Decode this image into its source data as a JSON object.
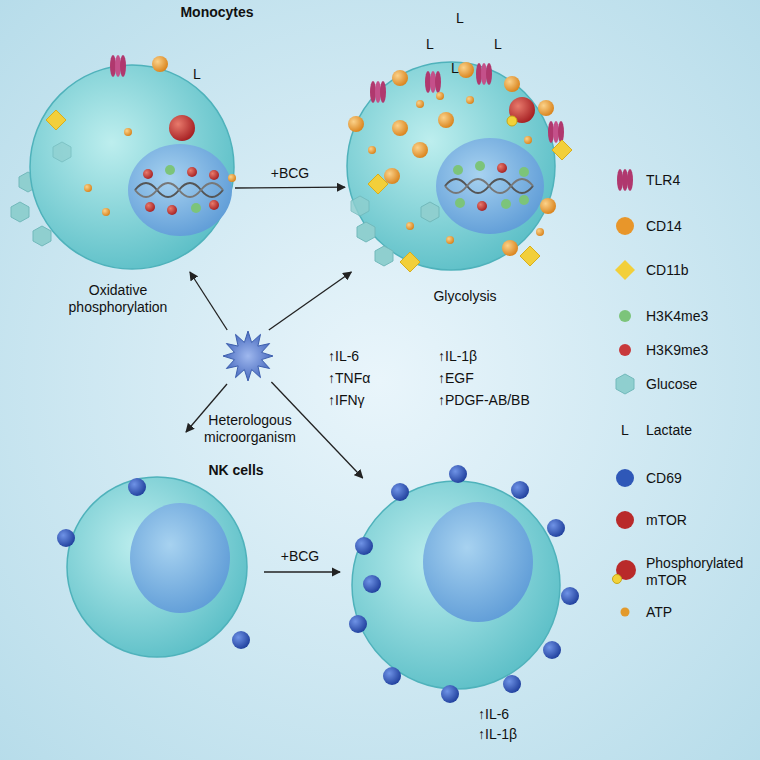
{
  "diagram": {
    "nodes": [
      {
        "text": [
          "Oxidative phosphorylation"
        ]
      },
      {
        "text": [
          "Glycolysis"
        ]
      },
      {
        "text": [
          "Heterologous microorganism"
        ]
      },
      {
        "text": [
          "↑IL-6",
          "↑IL-1β"
        ]
      }
    ],
    "edges": [
      {
        "from": 0,
        "to": 1,
        "arrow": "to",
        "label": "+BCG"
      },
      {
        "from": 2,
        "to": 0,
        "arrow": "to"
      },
      {
        "from": 2,
        "to": 1,
        "arrow": "to"
      },
      {
        "from": 2,
        "to": 3,
        "arrow": "to"
      }
    ],
    "labels": [
      "Monocytes",
      "L",
      "L",
      "L",
      "L",
      "L",
      "↑IL-6",
      "↑TNFα",
      "↑IFNγ",
      "↑IL-1β",
      "↑EGF",
      "↑PDGF-AB/BB",
      "NK cells",
      "+BCG",
      "L"
    ],
    "legend": [
      {
        "text": "TLR4",
        "color": "#b0386e"
      },
      {
        "text": "CD14",
        "color": "#e8962a"
      },
      {
        "text": "CD11b",
        "color": "#f2cf3a"
      },
      {
        "text": "H3K4me3",
        "color": "#7cc47a"
      },
      {
        "text": "H3K9me3",
        "color": "#c8393b"
      },
      {
        "text": "Glucose",
        "color": "#8fcfcf"
      },
      {
        "text": "Lactate"
      },
      {
        "text": "CD69",
        "color": "#2f58b8"
      },
      {
        "text": "mTOR",
        "color": "#b92a2a"
      },
      {
        "text": "Phosphorylated mTOR"
      },
      {
        "text": "ATP",
        "color": "#e39a2c"
      }
    ]
  }
}
